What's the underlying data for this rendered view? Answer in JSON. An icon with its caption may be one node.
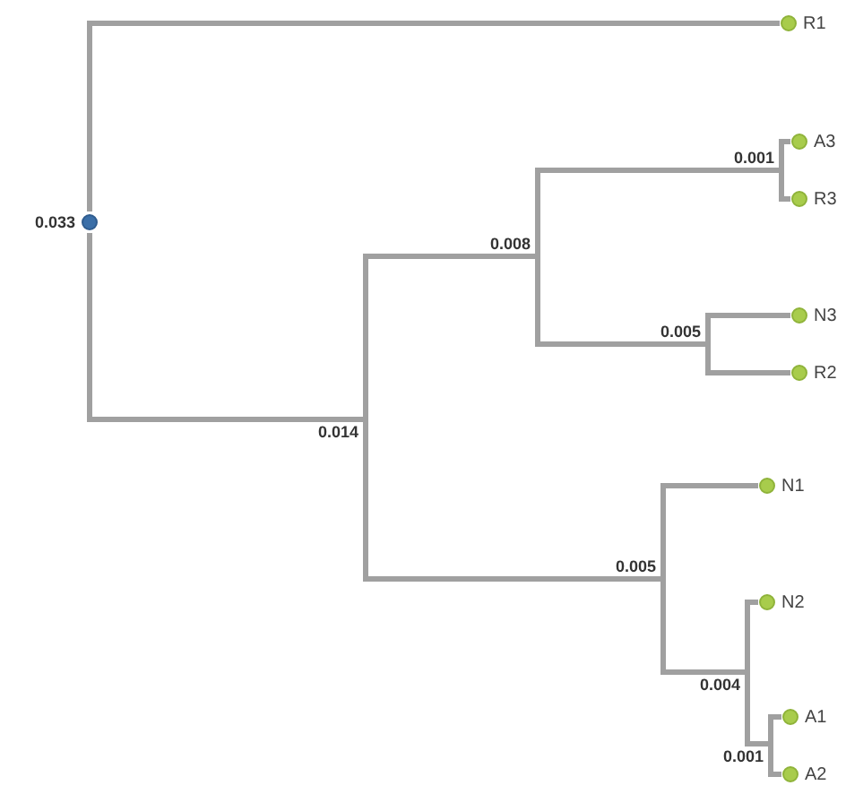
{
  "diagram": {
    "nodes": [
      {
        "text": [
          "0.033"
        ]
      },
      {
        "text": [
          "R1"
        ]
      },
      {
        "text": [
          "0.014"
        ]
      },
      {
        "text": [
          "0.008"
        ]
      },
      {
        "text": [
          "0.001"
        ]
      },
      {
        "text": [
          "A3"
        ]
      },
      {
        "text": [
          "R3"
        ]
      },
      {
        "text": [
          "0.005"
        ]
      },
      {
        "text": [
          "N3"
        ]
      },
      {
        "text": [
          "R2"
        ]
      },
      {
        "text": [
          "0.005"
        ]
      },
      {
        "text": [
          "N1"
        ]
      },
      {
        "text": [
          "0.004"
        ]
      },
      {
        "text": [
          "N2"
        ]
      },
      {
        "text": [
          "0.001"
        ]
      },
      {
        "text": [
          "A1"
        ]
      },
      {
        "text": [
          "A2"
        ]
      }
    ],
    "edges": [
      {
        "from": 0,
        "to": 1,
        "arrow": "none"
      },
      {
        "from": 0,
        "to": 2,
        "arrow": "none"
      },
      {
        "from": 2,
        "to": 3,
        "arrow": "none"
      },
      {
        "from": 2,
        "to": 10,
        "arrow": "none"
      },
      {
        "from": 3,
        "to": 4,
        "arrow": "none"
      },
      {
        "from": 3,
        "to": 7,
        "arrow": "none"
      },
      {
        "from": 4,
        "to": 5,
        "arrow": "none"
      },
      {
        "from": 4,
        "to": 6,
        "arrow": "none"
      },
      {
        "from": 7,
        "to": 8,
        "arrow": "none"
      },
      {
        "from": 7,
        "to": 9,
        "arrow": "none"
      },
      {
        "from": 10,
        "to": 11,
        "arrow": "none"
      },
      {
        "from": 10,
        "to": 12,
        "arrow": "none"
      },
      {
        "from": 12,
        "to": 13,
        "arrow": "none"
      },
      {
        "from": 12,
        "to": 14,
        "arrow": "none"
      },
      {
        "from": 14,
        "to": 15,
        "arrow": "none"
      },
      {
        "from": 14,
        "to": 16,
        "arrow": "none"
      }
    ]
  }
}
